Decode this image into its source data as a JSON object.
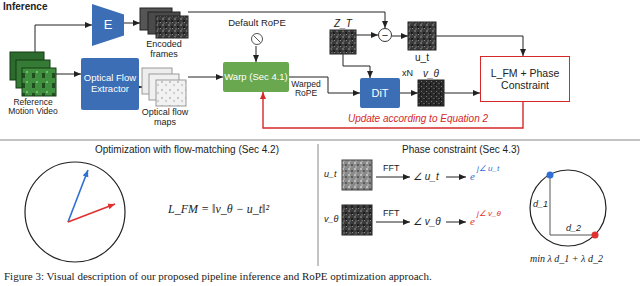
{
  "diagram": {
    "caption": "Figure 3: Visual description of our proposed pipeline inference and RoPE optimization approach.",
    "nodes": [
      {
        "text": [
          "E"
        ]
      },
      {
        "text": [
          "Reference Motion Video"
        ]
      },
      {
        "text": [
          "Optical Flow Extractor"
        ]
      },
      {
        "text": [
          "Encoded frames"
        ]
      },
      {
        "text": [
          "Optical flow maps"
        ]
      },
      {
        "text": [
          "Default RoPE"
        ]
      },
      {
        "text": [
          "Warp (Sec 4.1)"
        ]
      },
      {
        "text": [
          "Z_T"
        ]
      },
      {
        "text": [
          "−"
        ]
      },
      {
        "text": [
          "u_t"
        ]
      },
      {
        "text": [
          "DiT",
          "xN"
        ]
      },
      {
        "text": [
          "v_θ"
        ]
      },
      {
        "text": [
          "L_FM + Phase Constraint"
        ]
      }
    ],
    "edges": [
      {
        "from": 1,
        "to": 0,
        "arrow": "to"
      },
      {
        "from": 0,
        "to": 3,
        "arrow": "to"
      },
      {
        "from": 1,
        "to": 2,
        "arrow": "to"
      },
      {
        "from": 2,
        "to": 4,
        "arrow": "to"
      },
      {
        "from": 4,
        "to": 6,
        "arrow": "to"
      },
      {
        "from": 5,
        "to": 6,
        "arrow": "to"
      },
      {
        "from": 6,
        "to": 10,
        "label": "Warped RoPE",
        "arrow": "to"
      },
      {
        "from": 7,
        "to": 10,
        "arrow": "to"
      },
      {
        "from": 7,
        "to": 8,
        "arrow": "to"
      },
      {
        "from": 3,
        "to": 8,
        "arrow": "to"
      },
      {
        "from": 8,
        "to": 9,
        "arrow": "to"
      },
      {
        "from": 10,
        "to": 11,
        "arrow": "to"
      },
      {
        "from": 9,
        "to": 12,
        "arrow": "to"
      },
      {
        "from": 11,
        "to": 12,
        "arrow": "to"
      },
      {
        "from": 12,
        "to": 6,
        "label": "Update according to Equation 2",
        "arrow": "to"
      }
    ],
    "labels": [
      "Inference",
      "Optimization with flow-matching (Sec 4.2)",
      "L_FM = ‖v_θ − u_t‖²",
      "Phase constraint (Sec 4.3)",
      "u_t",
      "FFT",
      "∠ u_t",
      "e",
      "j∠ u_t",
      "v_θ",
      "FFT",
      "∠ v_θ",
      "e",
      "j∠ v_θ",
      "d_1",
      "d_2",
      "min λ d_1 + λ d_2"
    ]
  }
}
